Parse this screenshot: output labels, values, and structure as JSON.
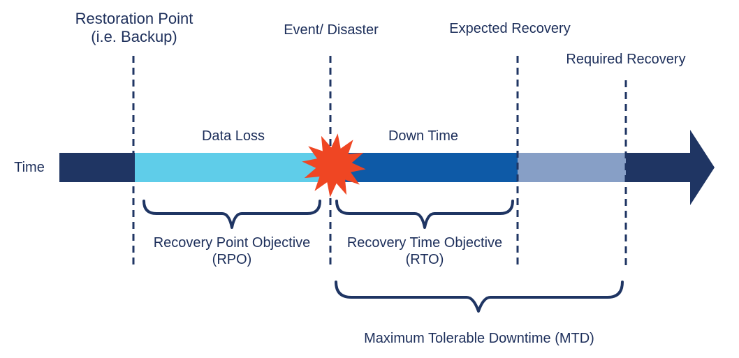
{
  "labels": {
    "restoration_line1": "Restoration Point",
    "restoration_line2": "(i.e. Backup)",
    "event": "Event/ Disaster",
    "expected": "Expected Recovery",
    "required": "Required Recovery",
    "time": "Time",
    "data_loss": "Data Loss",
    "down_time": "Down Time",
    "rpo_line1": "Recovery Point Objective",
    "rpo_line2": "(RPO)",
    "rto_line1": "Recovery Time Objective",
    "rto_line2": "(RTO)",
    "mtd": "Maximum Tolerable Downtime (MTD)"
  },
  "colors": {
    "text": "#1c2e5a",
    "timeline_dark": "#1f3563",
    "data_loss": "#5fcde9",
    "down_time": "#0e5aa7",
    "buffer": "#879fc6",
    "burst": "#ef4623",
    "guide_line": "#1f3563"
  }
}
